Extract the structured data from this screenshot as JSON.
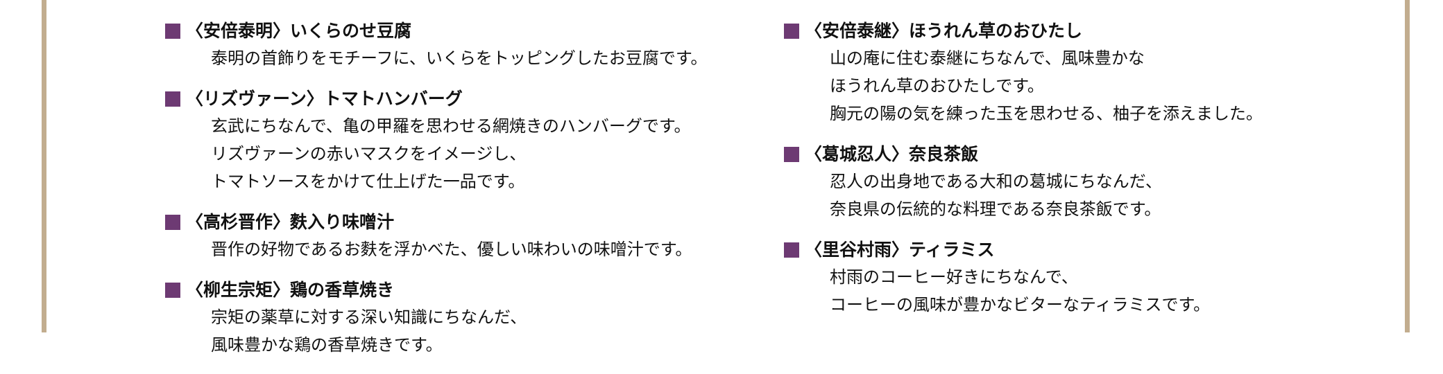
{
  "colors": {
    "bullet": "#6d3a73",
    "frame": "#c2ad8f",
    "text": "#111111"
  },
  "left_column": [
    {
      "title": "〈安倍泰明〉いくらのせ豆腐",
      "lines": [
        "泰明の首飾りをモチーフに、いくらをトッピングしたお豆腐です。"
      ]
    },
    {
      "title": "〈リズヴァーン〉トマトハンバーグ",
      "lines": [
        "玄武にちなんで、亀の甲羅を思わせる網焼きのハンバーグです。",
        "リズヴァーンの赤いマスクをイメージし、",
        "トマトソースをかけて仕上げた一品です。"
      ]
    },
    {
      "title": "〈高杉晋作〉麩入り味噌汁",
      "lines": [
        "晋作の好物であるお麩を浮かべた、優しい味わいの味噌汁です。"
      ]
    },
    {
      "title": "〈柳生宗矩〉鶏の香草焼き",
      "lines": [
        "宗矩の薬草に対する深い知識にちなんだ、",
        "風味豊かな鶏の香草焼きです。"
      ]
    }
  ],
  "right_column": [
    {
      "title": "〈安倍泰継〉ほうれん草のおひたし",
      "lines": [
        "山の庵に住む泰継にちなんで、風味豊かな",
        "ほうれん草のおひたしです。",
        "胸元の陽の気を練った玉を思わせる、柚子を添えました。"
      ]
    },
    {
      "title": "〈葛城忍人〉奈良茶飯",
      "lines": [
        "忍人の出身地である大和の葛城にちなんだ、",
        "奈良県の伝統的な料理である奈良茶飯です。"
      ]
    },
    {
      "title": "〈里谷村雨〉ティラミス",
      "lines": [
        "村雨のコーヒー好きにちなんで、",
        "コーヒーの風味が豊かなビターなティラミスです。"
      ]
    }
  ]
}
